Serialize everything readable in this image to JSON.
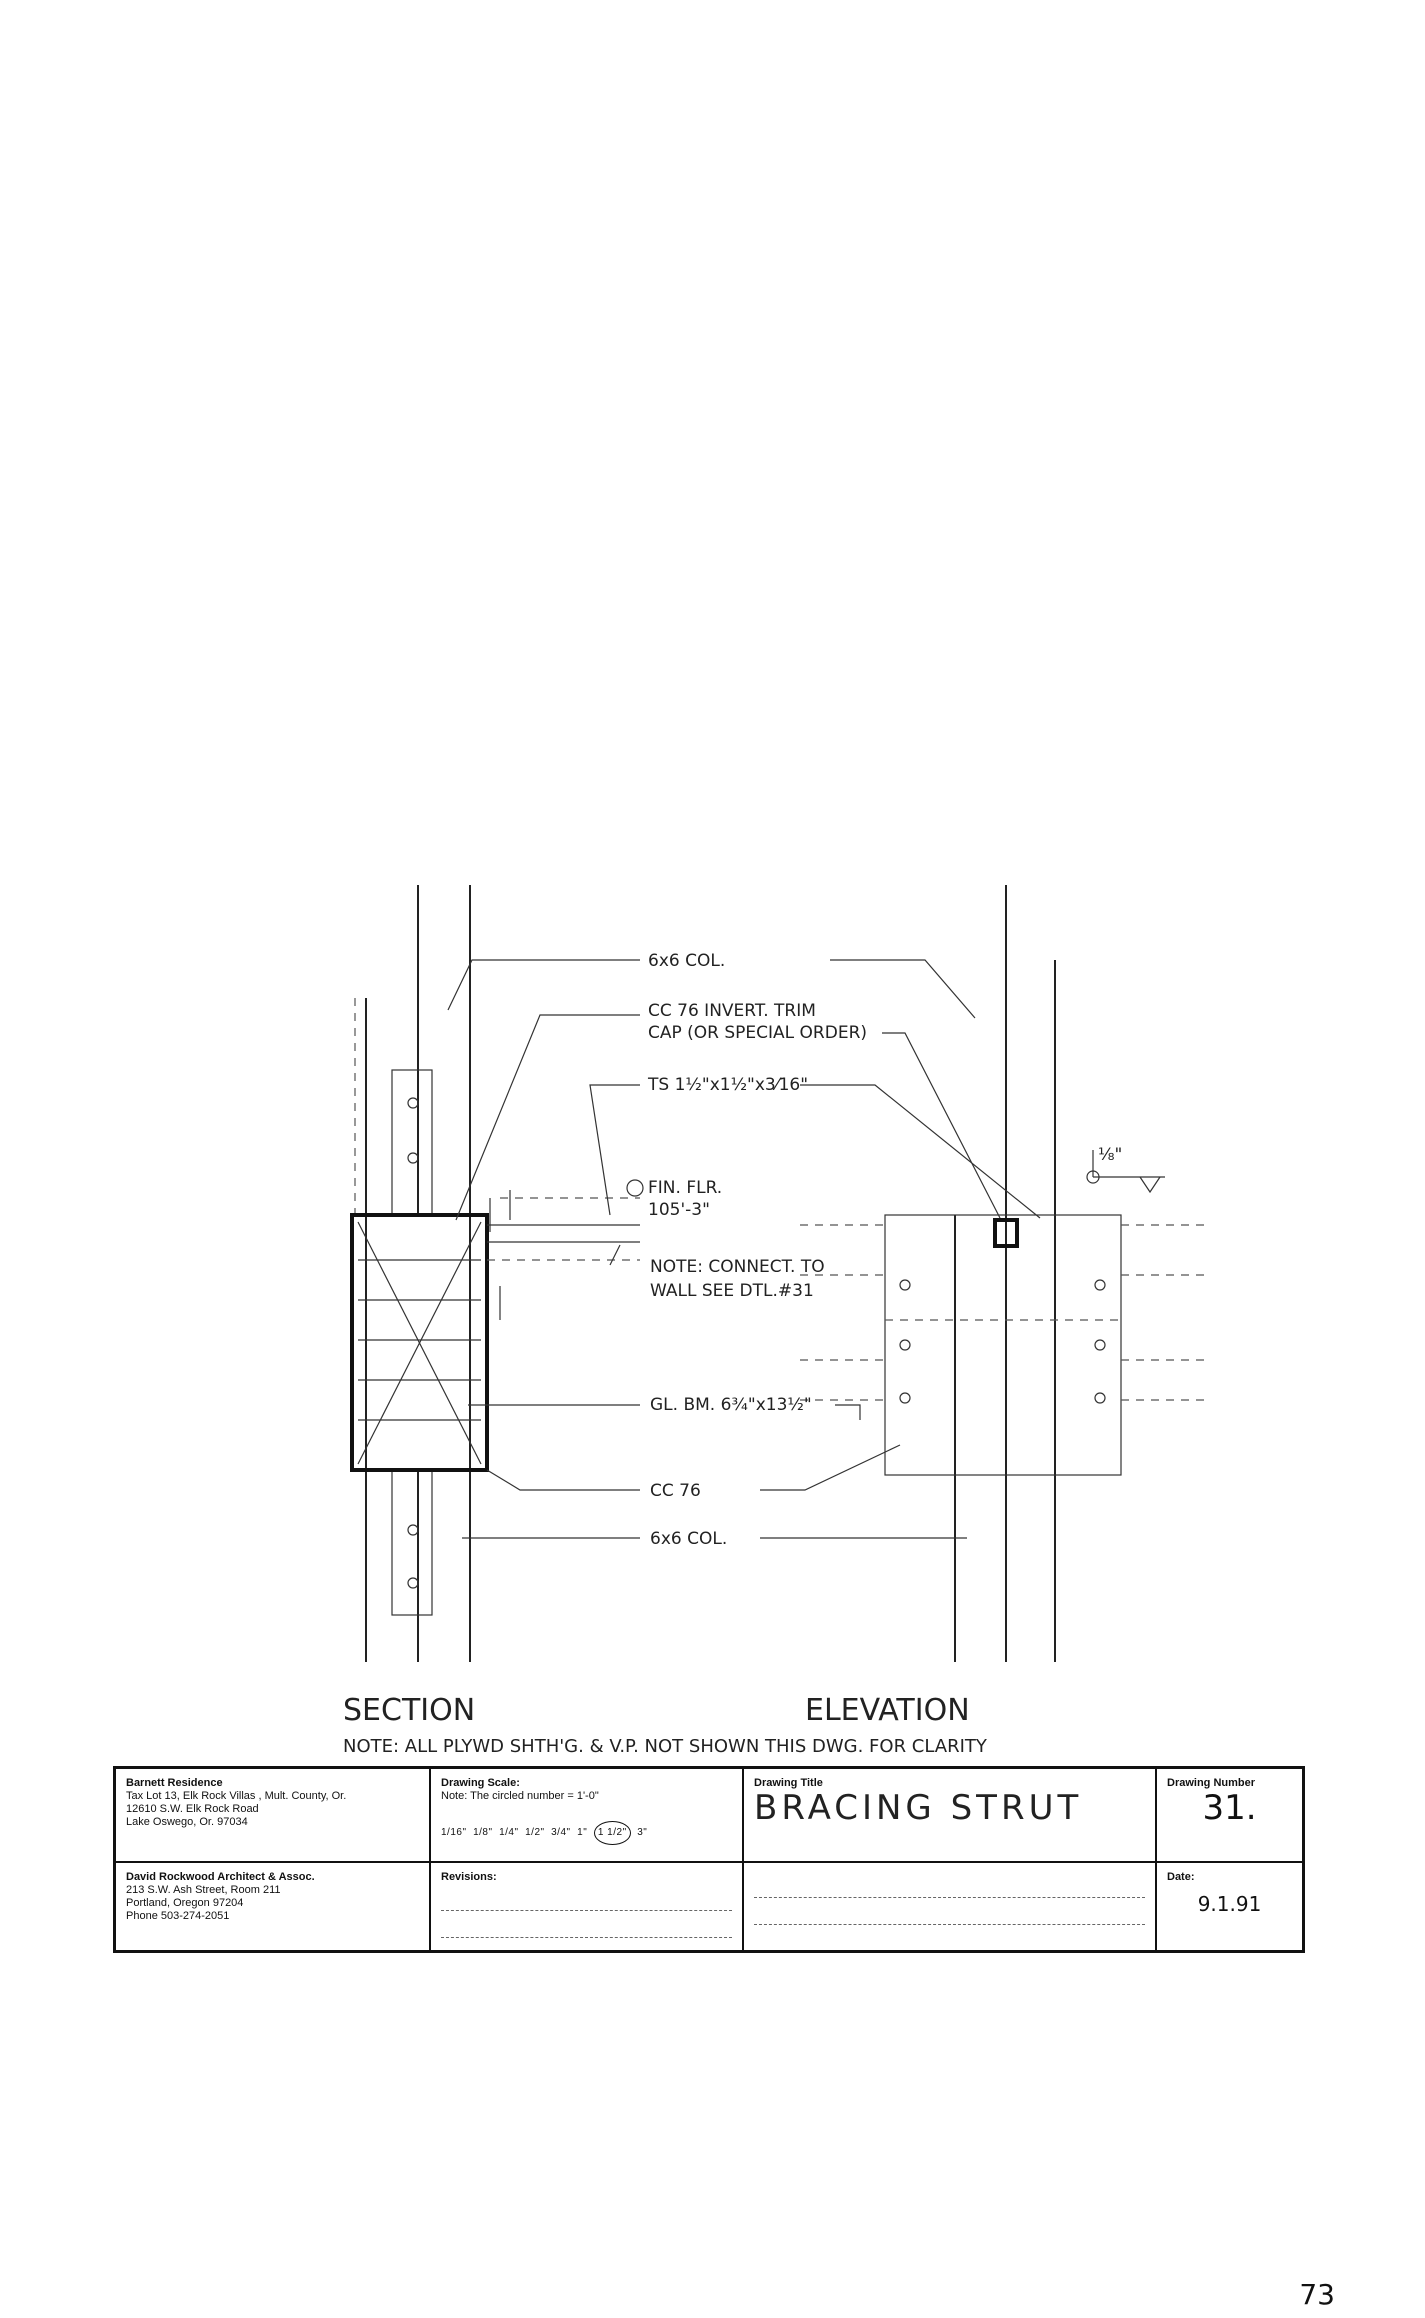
{
  "drawing": {
    "notes": {
      "col_top": "6x6 COL.",
      "cap_line1": "CC 76 INVERT. TRIM",
      "cap_line2": "CAP (OR SPECIAL ORDER)",
      "ts": "TS 1½\"x1½\"x3⁄16\"",
      "fin_flr_line1": "FIN. FLR.",
      "fin_flr_line2": "105'-3\"",
      "connect_line1": "NOTE: CONNECT. TO",
      "connect_line2": "WALL SEE DTL.#31",
      "beam": "GL. BM. 6¾\"x13½\"",
      "cc76": "CC 76",
      "col_bottom": "6x6 COL.",
      "weld": "⅛\""
    },
    "section_label": "SECTION",
    "elevation_label": "ELEVATION",
    "bottom_note": "NOTE: ALL PLYWD SHTH'G. & V.P. NOT SHOWN THIS DWG. FOR CLARITY"
  },
  "title_block": {
    "project": {
      "name": "Barnett Residence",
      "line1": "Tax Lot 13, Elk Rock Villas , Mult. County, Or.",
      "line2": "12610 S.W. Elk Rock Road",
      "line3": "Lake Oswego, Or. 97034"
    },
    "architect": {
      "name": "David Rockwood Architect & Assoc.",
      "line1": "213 S.W. Ash Street, Room 211",
      "line2": "Portland, Oregon 97204",
      "line3": "Phone 503-274-2051"
    },
    "scale": {
      "heading": "Drawing Scale:",
      "note": "Note: The circled number = 1'-0\"",
      "options": [
        "1/16\"",
        "1/8\"",
        "1/4\"",
        "1/2\"",
        "3/4\"",
        "1\""
      ],
      "selected": "1 1/2\"",
      "after": "3\""
    },
    "revisions_heading": "Revisions:",
    "title_heading": "Drawing Title",
    "title_value": "BRACING STRUT",
    "number_heading": "Drawing Number",
    "number_value": "31.",
    "date_heading": "Date:",
    "date_value": "9.1.91"
  },
  "page_number": "73"
}
